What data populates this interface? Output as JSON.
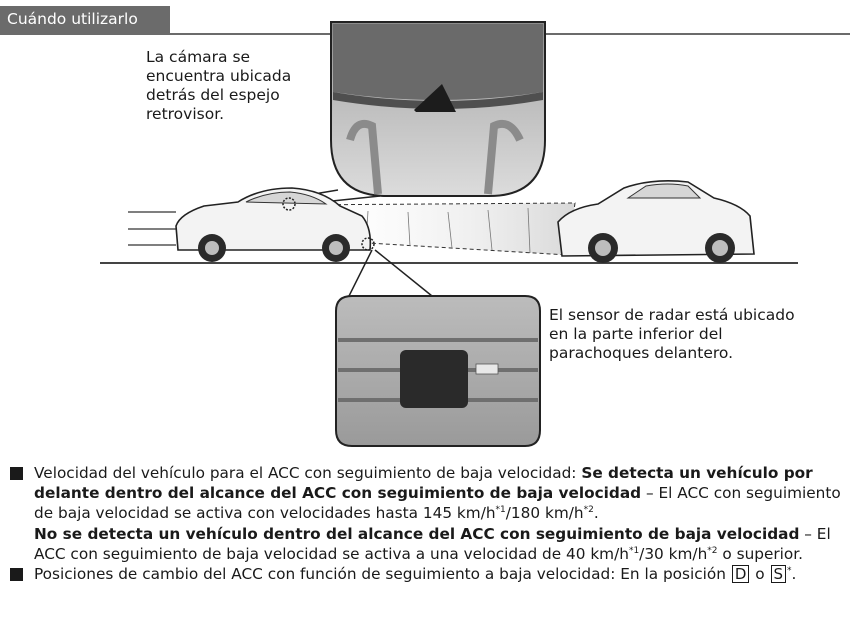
{
  "header": {
    "title": "Cuándo utilizarlo"
  },
  "callouts": {
    "camera": "La cámara se encuentra ubicada detrás del espejo retrovisor.",
    "radar": "El sensor de radar está ubicado en la parte inferior del parachoques delantero."
  },
  "bullets": [
    {
      "lead": "Velocidad del vehículo para el ACC con seguimiento de baja velocidad:",
      "bold1": "Se detecta un vehículo por delante dentro del alcance del ACC con seguimiento de baja velocidad",
      "text1": "– El ACC con seguimiento de baja velocidad se activa con velocidades hasta 145 km/h",
      "sup1": "*1",
      "mid1": "/180 km/h",
      "sup2": "*2",
      "end1": ".",
      "bold2": "No se detecta un vehículo dentro del alcance del ACC con seguimiento de baja velocidad",
      "text2": "– El ACC con seguimiento de baja velocidad se activa a una velocidad de 40 km/h",
      "sup3": "*1",
      "mid2": "/30 km/h",
      "sup4": "*2",
      "end2": "o superior."
    },
    {
      "lead": "Posiciones de cambio del ACC con función de seguimiento a baja velocidad: En la posición",
      "key1": "D",
      "connector": "o",
      "key2": "S",
      "sup": "*",
      "end": "."
    }
  ]
}
